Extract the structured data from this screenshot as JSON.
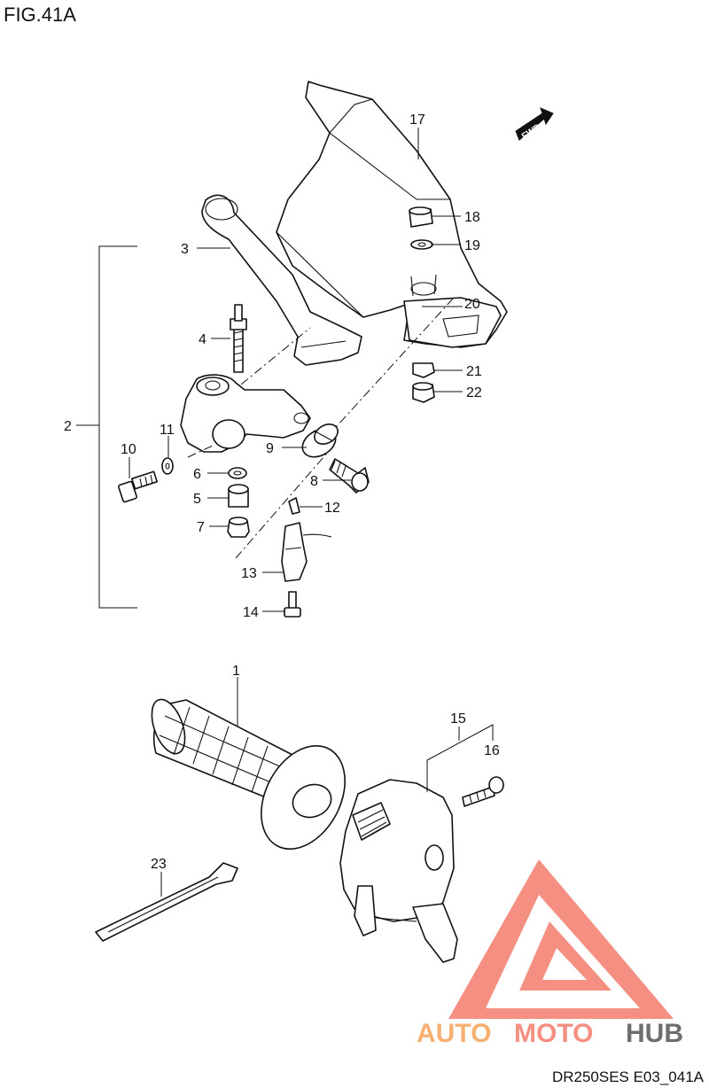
{
  "header": {
    "figure_title": "FIG.41A"
  },
  "footer": {
    "figure_code": "DR250SES E03_041A"
  },
  "direction_marker": {
    "label": "FWD",
    "icon": "forward-arrow-icon"
  },
  "watermark": {
    "text_auto": "AUTO",
    "text_moto": "MOTO",
    "text_hub": "HUB",
    "color_primary": "#f47c6c",
    "color_light": "#f8b3a8",
    "color_orange": "#f5a35a",
    "color_dark": "#555555"
  },
  "callouts": {
    "c1": "1",
    "c2": "2",
    "c3": "3",
    "c4": "4",
    "c5": "5",
    "c6": "6",
    "c7": "7",
    "c8": "8",
    "c9": "9",
    "c10": "10",
    "c11": "11",
    "c12": "12",
    "c13": "13",
    "c14": "14",
    "c15": "15",
    "c16": "16",
    "c17": "17",
    "c18": "18",
    "c19": "19",
    "c20": "20",
    "c21": "21",
    "c22": "22",
    "c23": "23"
  }
}
